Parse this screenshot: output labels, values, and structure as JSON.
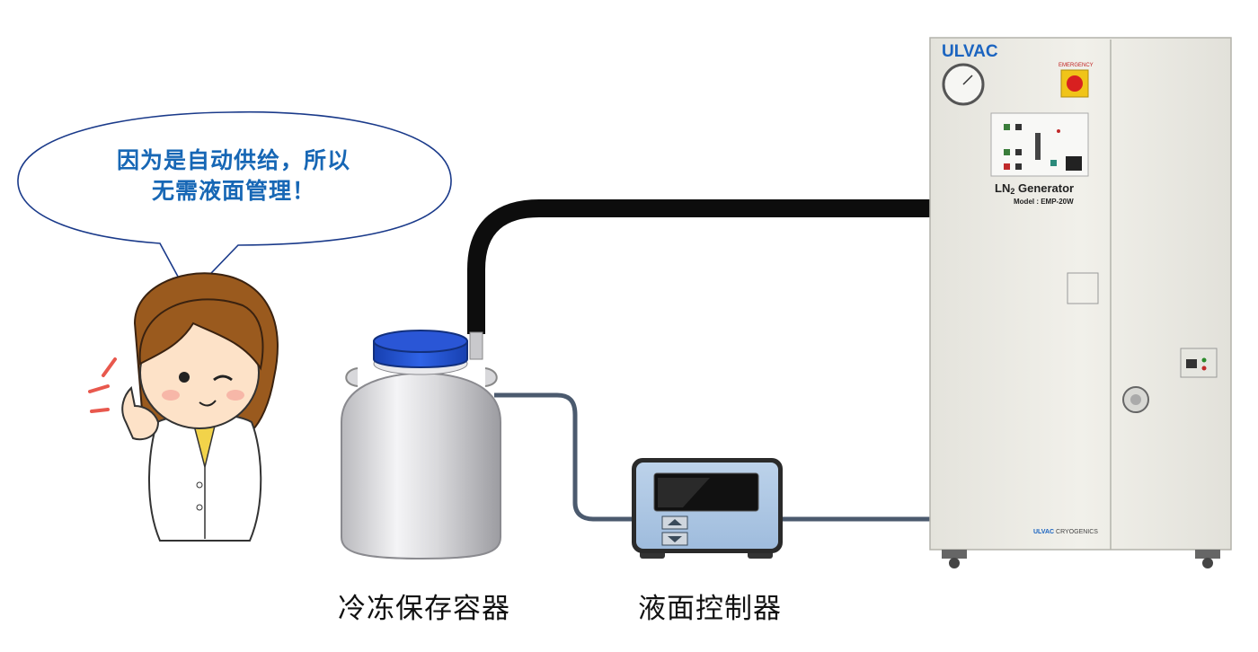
{
  "bubble": {
    "line1": "因为是自动供给，所以",
    "line2": "无需液面管理！"
  },
  "labels": {
    "container": "冷冻保存容器",
    "controller": "液面控制器"
  },
  "generator": {
    "brand": "ULVAC",
    "emergency": "EMERGENCY",
    "title_ln": "LN",
    "title_sub": "2",
    "title_rest": " Generator",
    "model": "Model : EMP-20W",
    "footer_brand": "ULVAC",
    "footer_text": "CRYOGENICS"
  },
  "colors": {
    "bubble_text": "#1767b5",
    "hose": "#0d0d0d",
    "cable": "#4b5a6e",
    "lid": "#1f4fcf",
    "cabinet": "#ecebe4"
  },
  "icons": [
    "speech-bubble-icon",
    "scientist-character-icon",
    "pressure-gauge-icon",
    "emergency-button-icon",
    "hose-icon",
    "cable-icon"
  ]
}
